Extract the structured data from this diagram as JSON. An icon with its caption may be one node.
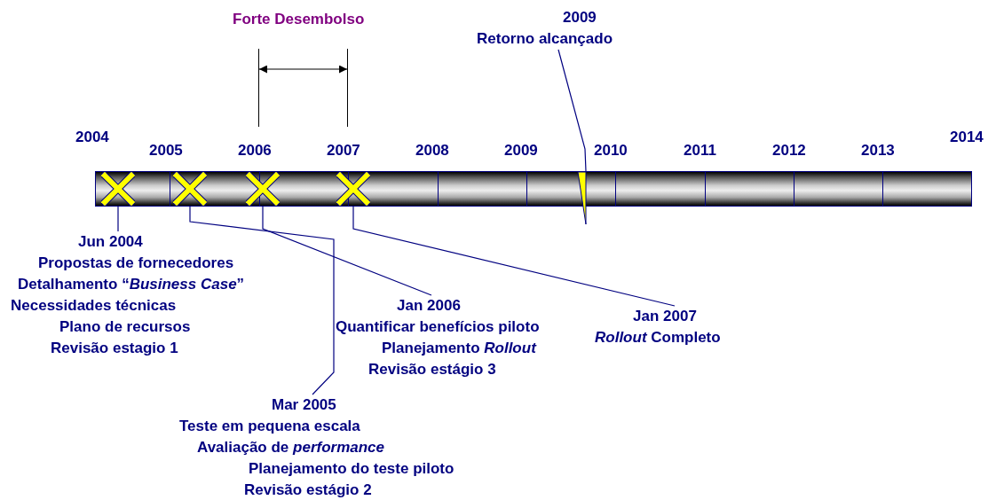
{
  "diagram": {
    "nodes": [
      {
        "text": [],
        "shape": "bar"
      },
      {
        "text": [],
        "shape": "cross",
        "in": 0
      },
      {
        "text": [],
        "shape": "cross",
        "in": 0
      },
      {
        "text": [],
        "shape": "cross",
        "in": 0
      },
      {
        "text": [],
        "shape": "cross",
        "in": 0
      },
      {
        "text": [],
        "shape": "triangle"
      },
      {
        "text": [
          "Jun 2004",
          "Propostas de fornecedores",
          "Detalhamento “*Business Case*”",
          "Necessidades técnicas",
          "Plano de recursos",
          "Revisão estagio 1"
        ]
      },
      {
        "text": [
          "Mar 2005",
          "Teste em pequena escala",
          "Avaliação de *performance*",
          "Planejamento do teste piloto",
          "Revisão estágio 2"
        ]
      },
      {
        "text": [
          "Jan 2006",
          "Quantificar benefícios piloto",
          "Planejamento *Rollout*",
          "Revisão estágio 3"
        ]
      },
      {
        "text": [
          "Jan 2007",
          "*Rollout* Completo"
        ]
      },
      {
        "text": [
          "2009",
          "Retorno alcançado"
        ]
      }
    ],
    "edges": [
      {
        "from": 6,
        "to": 1,
        "arrow": "none"
      },
      {
        "from": 7,
        "to": 2,
        "arrow": "none"
      },
      {
        "from": 8,
        "to": 3,
        "arrow": "none"
      },
      {
        "from": 9,
        "to": 4,
        "arrow": "none"
      },
      {
        "from": 10,
        "to": 5,
        "arrow": "none"
      }
    ],
    "labels": [
      "Forte Desembolso",
      "2004",
      "2005",
      "2006",
      "2007",
      "2008",
      "2009",
      "2010",
      "2011",
      "2012",
      "2013",
      "2014"
    ]
  }
}
